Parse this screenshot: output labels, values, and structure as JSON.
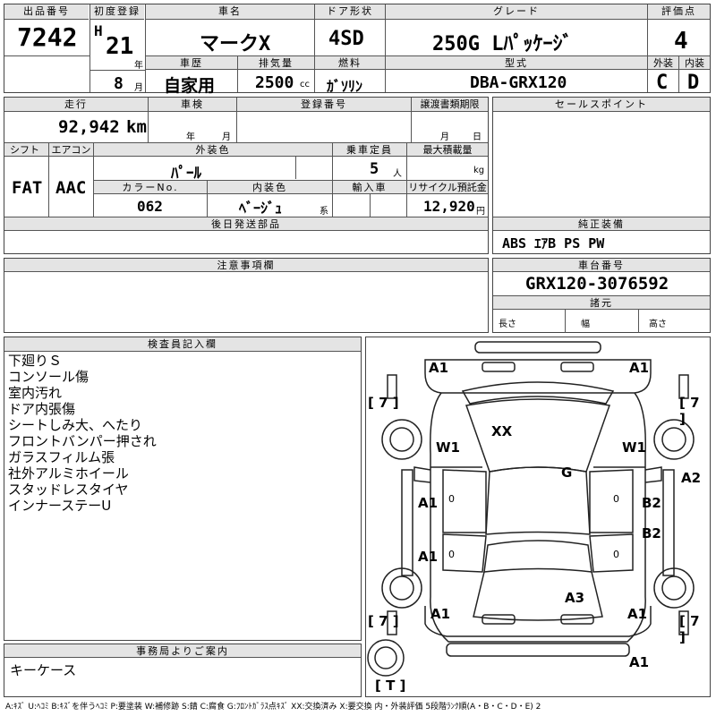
{
  "header": {
    "lot_label": "出品番号",
    "lot_no": "7242",
    "first_reg_label": "初度登録",
    "era": "H",
    "year": "21",
    "year_unit": "年",
    "month": "8",
    "month_unit": "月",
    "car_name_label": "車名",
    "car_name": "マークX",
    "door_label": "ドア形状",
    "door": "4SD",
    "grade_label": "グレード",
    "grade": "250G Lﾊﾟｯｹｰｼﾞ",
    "score_label": "評価点",
    "score": "4",
    "history_label": "車歴",
    "history": "自家用",
    "displacement_label": "排気量",
    "displacement": "2500",
    "displacement_unit": "cc",
    "fuel_label": "燃料",
    "fuel": "ｶﾞｿﾘﾝ",
    "model_label": "型式",
    "model": "DBA-GRX120",
    "exterior_label": "外装",
    "exterior_grade": "C",
    "interior_label": "内装",
    "interior_grade": "D"
  },
  "row2": {
    "mileage_label": "走行",
    "mileage": "92,942",
    "mileage_unit": "km",
    "inspection_label": "車検",
    "insp_year_unit": "年",
    "insp_month_unit": "月",
    "reg_no_label": "登録番号",
    "transfer_label": "譲渡書類期限",
    "transfer_month_unit": "月",
    "transfer_day_unit": "日",
    "shift_label": "シフト",
    "shift": "FAT",
    "ac_label": "エアコン",
    "ac": "AAC",
    "ext_color_label": "外装色",
    "ext_color": "ﾊﾟｰﾙ",
    "capacity_label": "乗車定員",
    "capacity": "5",
    "capacity_unit": "人",
    "max_load_label": "最大積載量",
    "max_load_unit": "kg",
    "color_no_label": "カラーNo.",
    "color_no": "062",
    "int_color_label": "内装色",
    "int_color": "ﾍﾞｰｼﾞｭ",
    "int_color_unit": "系",
    "import_label": "輸入車",
    "recycle_label": "リサイクル預託金",
    "recycle": "12,920",
    "recycle_unit": "円",
    "later_parts_label": "後日発送部品"
  },
  "right": {
    "sales_points_label": "セールスポイント",
    "equipment_label": "純正装備",
    "equipment": "ABS ｴｱB PS PW",
    "chassis_label": "車台番号",
    "chassis": "GRX120-3076592",
    "spec_label": "諸元",
    "length_label": "長さ",
    "width_label": "幅",
    "height_label": "高さ"
  },
  "notes": {
    "caution_label": "注意事項欄"
  },
  "inspector": {
    "label": "検査員記入欄",
    "lines": [
      "下廻りＳ",
      "コンソール傷",
      "室内汚れ",
      "ドア内張傷",
      "シートしみ大、へたり",
      "フロントバンパー押され",
      "ガラスフィルム張",
      "社外アルミホイール",
      "スタッドレスタイヤ",
      "インナーステーU"
    ]
  },
  "office": {
    "label": "事務局よりご案内",
    "text": "キーケース"
  },
  "diagram": {
    "marks": {
      "front_left": "A1",
      "front_right": "A1",
      "tire_fl": "[ 7 ]",
      "tire_fr": "[ 7 ]",
      "fender_l": "W1",
      "fender_r": "W1",
      "windshield": "XX",
      "roof": "G",
      "door_fl": "A1",
      "door_fr": "B2",
      "door_rr": "B2",
      "side_r": "A2",
      "door_rl": "A1",
      "trunk": "A3",
      "rear_l": "A1",
      "rear_r": "A1",
      "tire_rl": "[ 7 ]",
      "tire_rr": "[ 7 ]",
      "bumper_rear": "A1",
      "spare": "[ T ]"
    },
    "small_o_marks": [
      "0",
      "0",
      "0",
      "0"
    ]
  },
  "legend": "A:ｷｽﾞ U:ﾍｺﾐ B:ｷｽﾞを伴うﾍｺﾐ P:要塗装 W:補修跡 S:錆 C:腐食 G:ﾌﾛﾝﾄｶﾞﾗｽ点ｷｽﾞ XX:交換済み X:要交換 内・外装評価 5段階ﾗﾝｸ順(A・B・C・D・E) 2"
}
